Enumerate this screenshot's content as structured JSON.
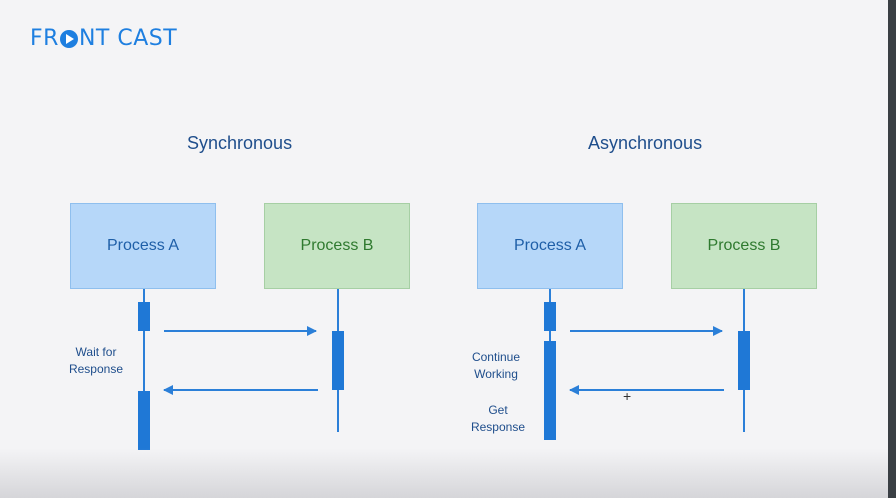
{
  "logo": {
    "text_before": "FR",
    "text_after": "NT CAST"
  },
  "sync": {
    "title": "Synchronous",
    "process_a": "Process A",
    "process_b": "Process B",
    "note": [
      "Wait for",
      "Response"
    ]
  },
  "async": {
    "title": "Asynchronous",
    "process_a": "Process A",
    "process_b": "Process B",
    "note_continue": [
      "Continue",
      "Working"
    ],
    "note_get": [
      "Get",
      "Response"
    ]
  },
  "colors": {
    "accent": "#1e7fe0",
    "process_a_fill": "#b6d7f9",
    "process_b_fill": "#c6e4c4",
    "title": "#1f4e8c"
  }
}
